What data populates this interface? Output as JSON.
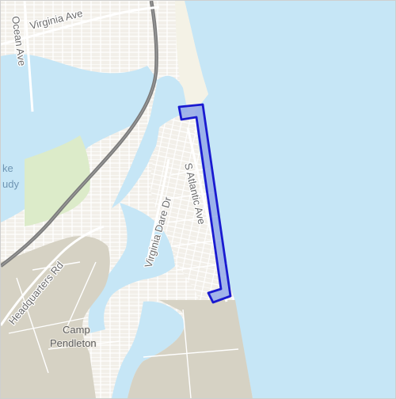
{
  "map": {
    "labels": {
      "virginia_ave": "Virginia Ave",
      "ocean_ave": "Ocean Ave",
      "lake_line1": "ke",
      "lake_line2": "udy",
      "virginia_dare_dr": "Virginia Dare Dr",
      "s_atlantic_ave": "S Atlantic Ave",
      "headquarters_rd": "Headquarters Rd",
      "camp_line1": "Camp",
      "camp_line2": "Pendleton"
    },
    "colors": {
      "ocean": "#c6e6f6",
      "bay_water": "#c6e6f6",
      "land": "#f2efe9",
      "military": "#d6d2c4",
      "park": "#dcebc9",
      "road": "#ffffff",
      "highway": "#7b7b7b",
      "beach": "#f4f2e6",
      "highlight_fill": "#93a8e8",
      "highlight_stroke": "#1a1ad0"
    }
  }
}
